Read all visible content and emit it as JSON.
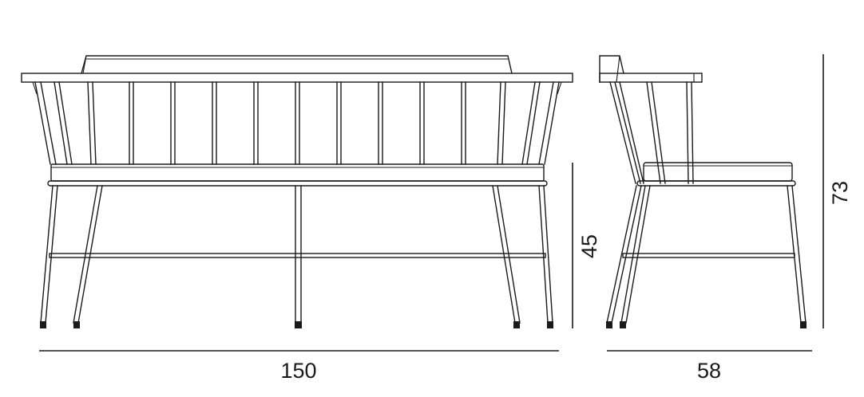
{
  "dimensions": {
    "width": "150",
    "depth": "58",
    "seat_height": "45",
    "total_height": "73"
  },
  "colors": {
    "line": "#1a1a1a",
    "background": "#ffffff"
  }
}
